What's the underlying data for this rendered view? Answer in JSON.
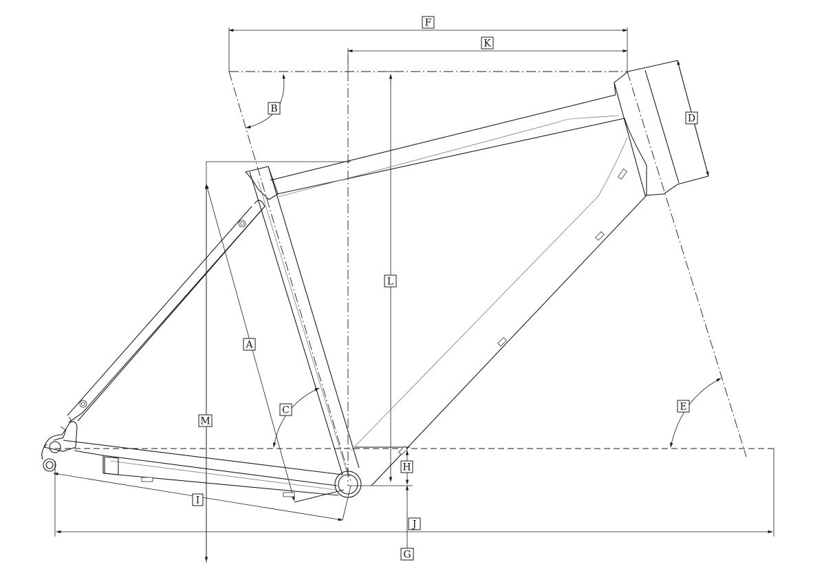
{
  "diagram": {
    "labels": {
      "A": "A",
      "B": "B",
      "C": "C",
      "D": "D",
      "E": "E",
      "F": "F",
      "G": "G",
      "H": "H",
      "I": "I",
      "J": "J",
      "K": "K",
      "L": "L",
      "M": "M"
    },
    "colors": {
      "line": "#1a1a1a",
      "inner_line": "#7a7a7a",
      "background": "#ffffff"
    }
  }
}
